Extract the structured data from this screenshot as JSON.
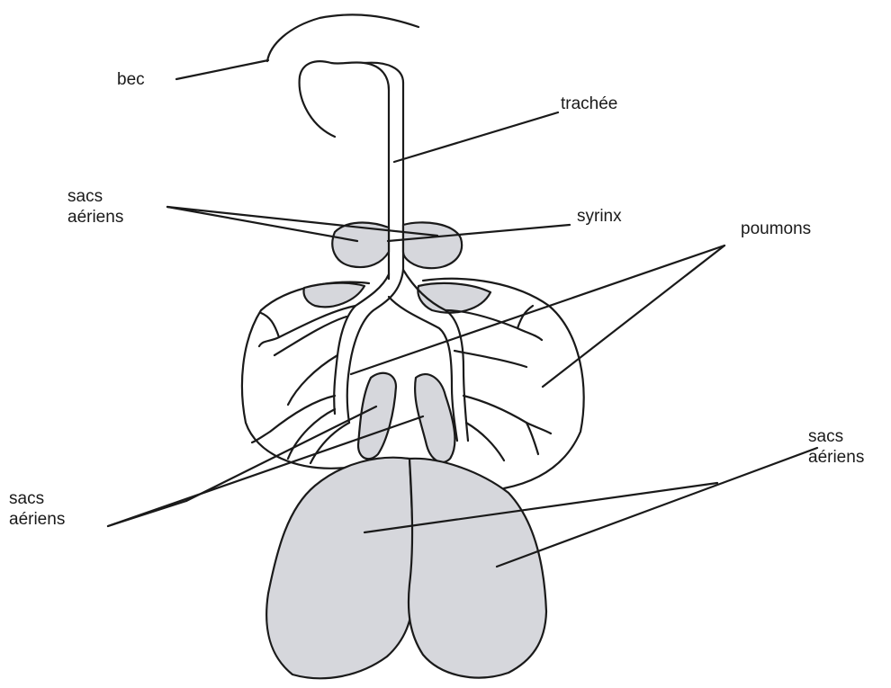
{
  "diagram": {
    "labels": {
      "beak": "bec",
      "trachea": "trachée",
      "syrinx": "syrinx",
      "lungs": "poumons",
      "upper_air_sacs": "sacs aériens",
      "lower_left_air_sacs": "sacs aériens",
      "lower_right_air_sacs": "sacs aériens"
    },
    "colors": {
      "outline": "#1a1a1a",
      "air_sac_fill": "#d6d7dc",
      "background": "#ffffff"
    }
  }
}
